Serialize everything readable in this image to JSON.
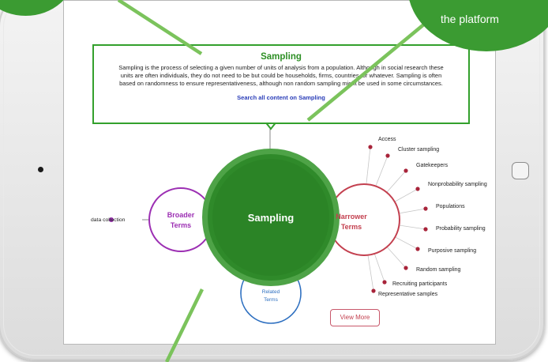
{
  "callout": {
    "label": "the platform"
  },
  "concept": {
    "title": "Sampling",
    "description": "Sampling is the process of selecting a given number of units of analysis from a population. Although in social research these units are often individuals, they do not need to be but could be households, firms, countries, or whatever. Sampling is often based on randomness to ensure representativeness, although non random sampling might be used in some circumstances.",
    "search_link": "Search all content on Sampling"
  },
  "graph": {
    "center_label": "Sampling",
    "broader": {
      "label_1": "Broader",
      "label_2": "Terms",
      "items": [
        "data collection"
      ]
    },
    "narrower": {
      "label_1": "Narrower",
      "label_2": "Terms",
      "items": [
        "Access",
        "Cluster sampling",
        "Gatekeepers",
        "Nonprobability sampling",
        "Populations",
        "Probability sampling",
        "Purposive sampling",
        "Random sampling",
        "Recruiting participants",
        "Representative samples"
      ]
    },
    "related": {
      "label_1": "Related",
      "label_2": "Terms"
    },
    "view_more": "View More"
  },
  "colors": {
    "accent_green": "#3b9b32",
    "broader": "#9c2fb3",
    "narrower": "#c3404f",
    "related": "#2d6fc0"
  }
}
